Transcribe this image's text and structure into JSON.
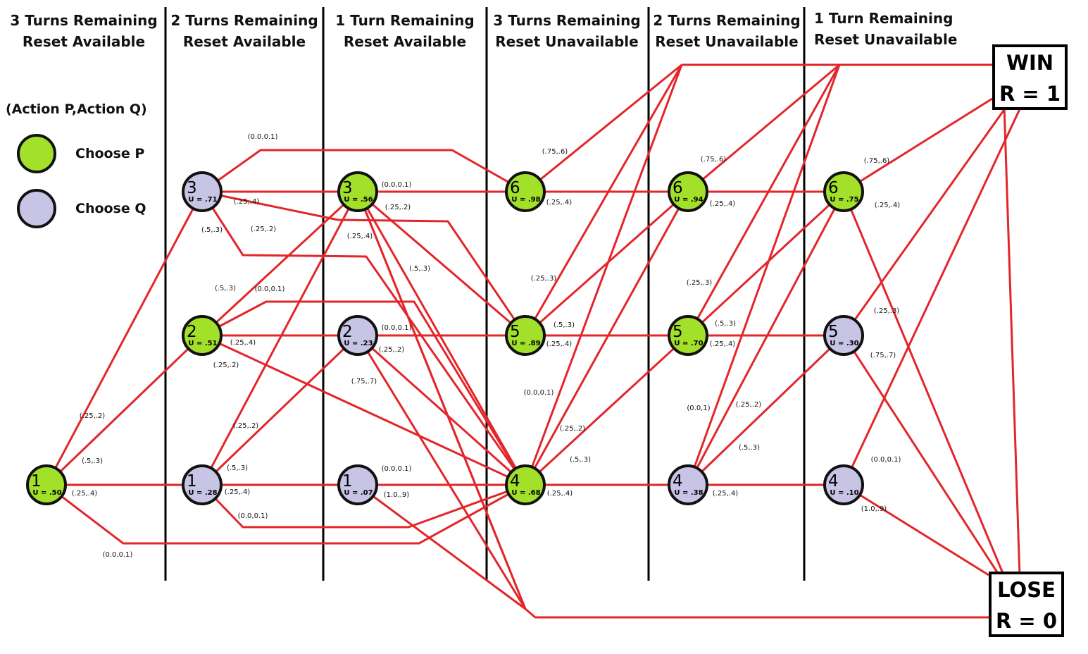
{
  "columns": [
    {
      "turns": "3 Turns Remaining",
      "reset": "Reset Available"
    },
    {
      "turns": "2 Turns Remaining",
      "reset": "Reset Available"
    },
    {
      "turns": "1 Turn Remaining",
      "reset": "Reset Available"
    },
    {
      "turns": "3 Turns Remaining",
      "reset": "Reset Unavailable"
    },
    {
      "turns": "2 Turns Remaining",
      "reset": "Reset Unavailable"
    },
    {
      "turns": "1 Turn Remaining",
      "reset": "Reset Unavailable"
    }
  ],
  "legend": {
    "title": "(Action P,Action Q)",
    "choose_p": "Choose P",
    "choose_q": "Choose Q"
  },
  "colors": {
    "choose_p": "#a3e02a",
    "choose_q": "#c8c4e6",
    "edge": "#e3262a",
    "outline": "#111111"
  },
  "terminals": {
    "win": {
      "label": "WIN",
      "reward": "R = 1"
    },
    "lose": {
      "label": "LOSE",
      "reward": "R = 0"
    }
  },
  "nodes": [
    {
      "id": "c0n1",
      "num": "1",
      "u": "U = .50",
      "choice": "P"
    },
    {
      "id": "c1n3",
      "num": "3",
      "u": "U = .71",
      "choice": "Q"
    },
    {
      "id": "c1n2",
      "num": "2",
      "u": "U = .51",
      "choice": "P"
    },
    {
      "id": "c1n1",
      "num": "1",
      "u": "U = .28",
      "choice": "Q"
    },
    {
      "id": "c2n3",
      "num": "3",
      "u": "U = .56",
      "choice": "P"
    },
    {
      "id": "c2n2",
      "num": "2",
      "u": "U = .23",
      "choice": "Q"
    },
    {
      "id": "c2n1",
      "num": "1",
      "u": "U = .07",
      "choice": "Q"
    },
    {
      "id": "c3n6",
      "num": "6",
      "u": "U = .98",
      "choice": "P"
    },
    {
      "id": "c3n5",
      "num": "5",
      "u": "U = .89",
      "choice": "P"
    },
    {
      "id": "c3n4",
      "num": "4",
      "u": "U = .68",
      "choice": "P"
    },
    {
      "id": "c4n6",
      "num": "6",
      "u": "U = .94",
      "choice": "P"
    },
    {
      "id": "c4n5",
      "num": "5",
      "u": "U = .70",
      "choice": "P"
    },
    {
      "id": "c4n4",
      "num": "4",
      "u": "U = .38",
      "choice": "Q"
    },
    {
      "id": "c5n6",
      "num": "6",
      "u": "U = .75",
      "choice": "P"
    },
    {
      "id": "c5n5",
      "num": "5",
      "u": "U = .30",
      "choice": "Q"
    },
    {
      "id": "c5n4",
      "num": "4",
      "u": "U = .10",
      "choice": "Q"
    }
  ],
  "edge_labels": [
    "(0.0,0.1)",
    "(.25,.2)",
    "(.5,.3)",
    "(.25,.4)",
    "(0.0,0.1)",
    "(.25,.4)",
    "(.5,.3)",
    "(.25,.2)",
    "(.5,.3)",
    "(0.0,0.1)",
    "(.25,.4)",
    "(.25,.2)",
    "(.25,.2)",
    "(.5,.3)",
    "(.25,.4)",
    "(0.0,0.1)",
    "(0.0,0.1)",
    "(.25,.2)",
    "(.25,.4)",
    "(.5,.3)",
    "(0.0,0.1)",
    "(.25,.2)",
    "(.75,.7)",
    "(0.0,0.1)",
    "(1.0,.9)",
    "(.75,.6)",
    "(.25,.4)",
    "(.25,.3)",
    "(.5,.3)",
    "(.25,.4)",
    "(0.0,0.1)",
    "(.25,.2)",
    "(.5,.3)",
    "(.25,.4)",
    "(.75,.6)",
    "(.25,.4)",
    "(.25,.3)",
    "(.5,.3)",
    "(.25,.4)",
    "(0.0,1)",
    "(.25,.2)",
    "(.5,.3)",
    "(.25,.4)",
    "(.75,.6)",
    "(.25,.4)",
    "(.25,.3)",
    "(.75,.7)",
    "(0.0,0.1)",
    "(1.0,.9)"
  ]
}
